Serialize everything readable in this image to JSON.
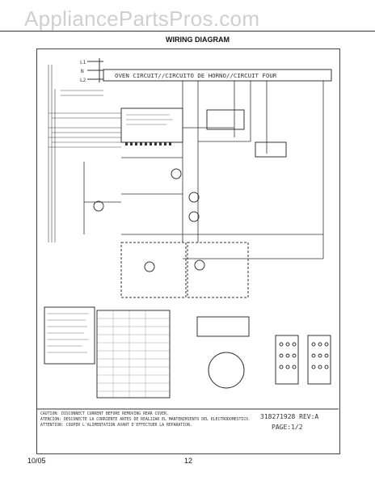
{
  "header": {
    "watermark": "AppliancePartsPros.com",
    "section_title": "WIRING DIAGRAM"
  },
  "diagram": {
    "terminals": [
      "L1",
      "N",
      "L2"
    ],
    "oven_circuit_label": "OVEN CIRCUIT//CIRCUITO DE HORNO//CIRCUIT FOUR",
    "doc_number": "318271928 REV:A",
    "page": "PAGE:1/2",
    "caution": [
      "CAUTION: DISCONNECT CURRENT BEFORE REMOVING REAR COVER.",
      "ATENCION: DESCONECTE LA CORRIENTE ANTES DE REALIZAR EL MANTENIMIENTO DEL ELECTRODOMESTICO.",
      "ATTENTION: COUPER L'ALIMENTATION AVANT D'EFFECTUER LA REPARATION."
    ]
  },
  "footer": {
    "date": "10/05",
    "page_number": "12"
  }
}
